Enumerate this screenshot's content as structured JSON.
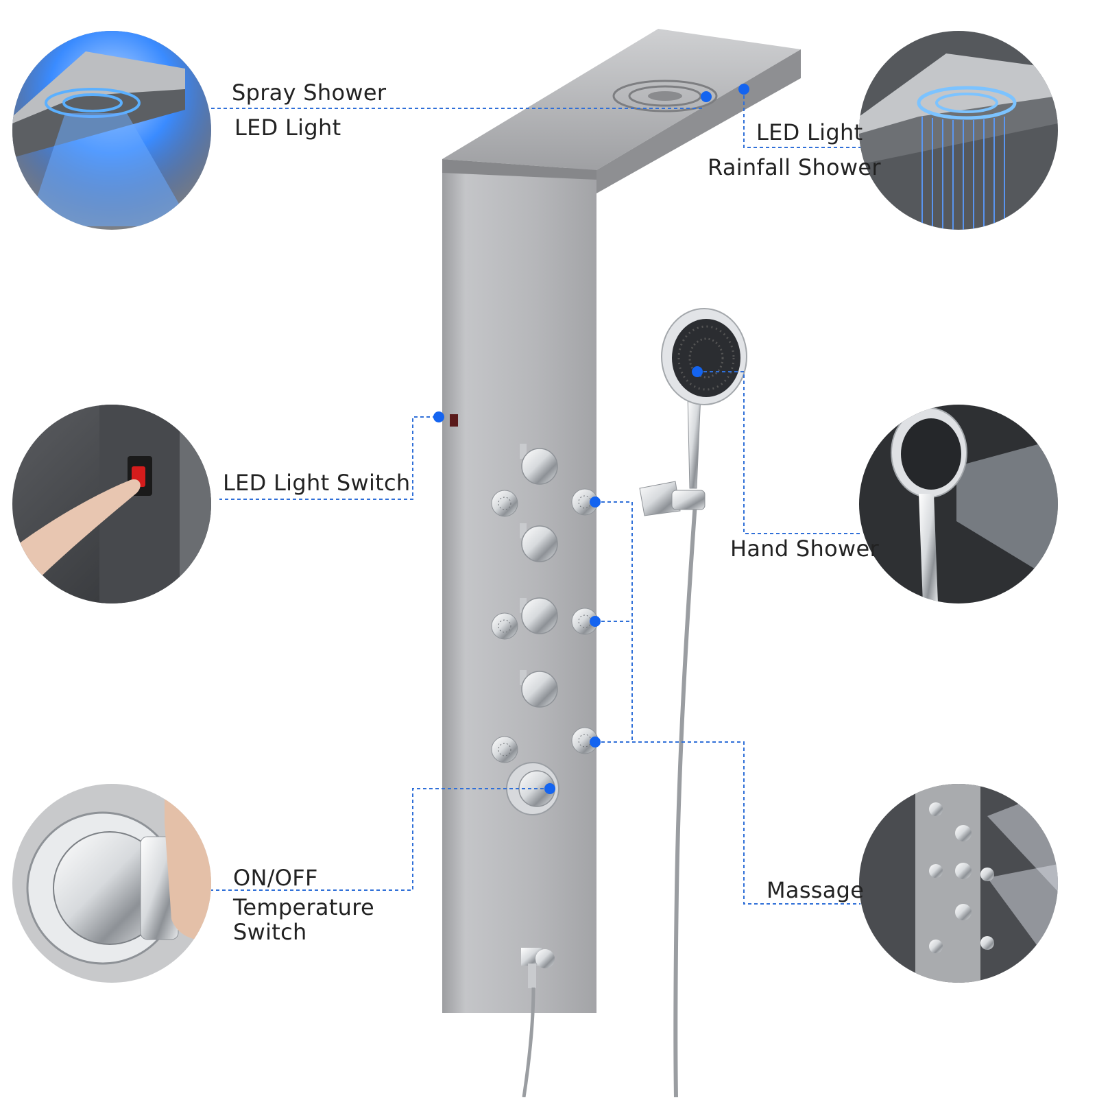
{
  "labels": {
    "spray_shower": "Spray Shower",
    "led_light_left": "LED Light",
    "led_light_right": "LED Light",
    "rainfall_shower": "Rainfall Shower",
    "led_light_switch": "LED Light Switch",
    "hand_shower": "Hand Shower",
    "on_off": "ON/OFF",
    "temperature": "Temperature",
    "switch": "Switch",
    "massage": "Massage"
  },
  "colors": {
    "accent": "#1464f0",
    "callout_line": "#2f6fd8",
    "led_blue": "#3a8bff",
    "panel": "#b8b9bb",
    "switch_red": "#d41c1c",
    "chrome": "#e6e8ea"
  }
}
